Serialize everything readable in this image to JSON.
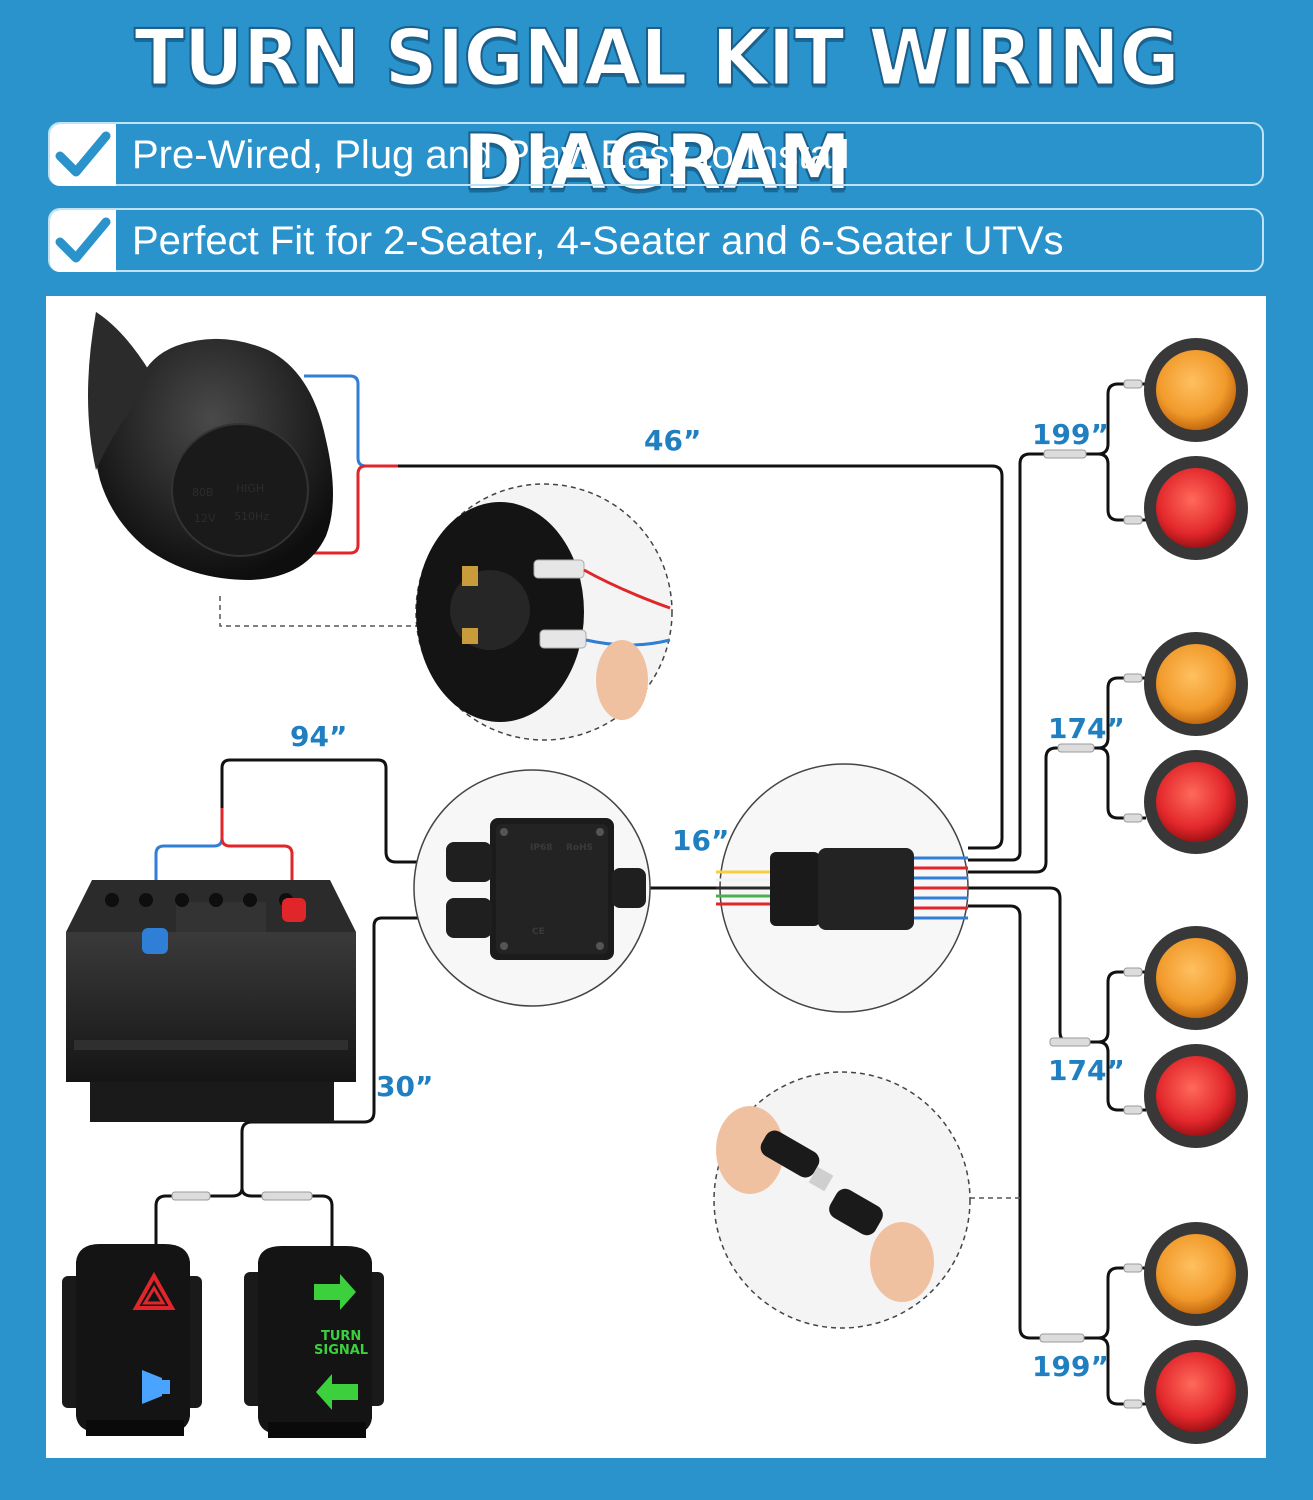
{
  "title": "TURN SIGNAL KIT WIRING DIAGRAM",
  "features": [
    "Pre-Wired, Plug and Play, Easy to Install",
    "Perfect Fit for 2-Seater, 4-Seater and 6-Seater UTVs"
  ],
  "dimensions": {
    "horn_cable": "46”",
    "battery_cable": "94”",
    "connector_cable": "16”",
    "switch_cable": "30”",
    "light_pair_1": "199”",
    "light_pair_2": "174”",
    "light_pair_3": "174”",
    "light_pair_4": "199”"
  },
  "horn_markings": [
    "80B",
    "HIGH",
    "12V",
    "510Hz"
  ],
  "junction_box_markings": [
    "IP68",
    "RoHS",
    "CE"
  ],
  "switches": {
    "hazard_horn": {
      "icons": [
        "hazard-triangle-icon",
        "horn-icon"
      ]
    },
    "turn_signal": {
      "label_line1": "TURN",
      "label_line2": "SIGNAL",
      "icons": [
        "arrow-right-icon",
        "arrow-left-icon"
      ]
    }
  },
  "colors": {
    "background": "#2a93cc",
    "dimension_text": "#1f7fc0",
    "amber_light": "#f19a2b",
    "red_light": "#e3282c",
    "positive_wire": "#e0262b",
    "negative_wire": "#2f7fd6",
    "switch_glow_green": "#3cd03c"
  }
}
